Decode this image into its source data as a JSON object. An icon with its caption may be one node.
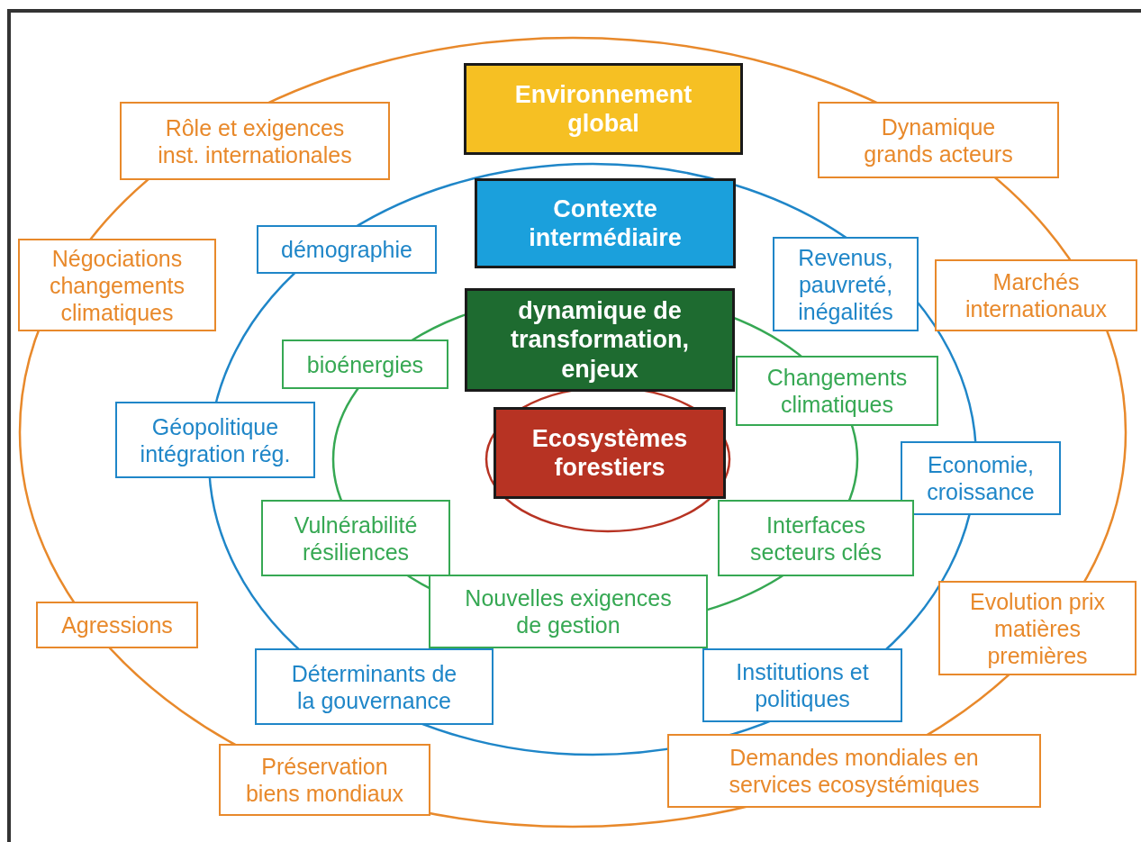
{
  "diagram": {
    "nodes": [
      {
        "text": [
          "Environnement global"
        ]
      },
      {
        "text": [
          "Rôle et exigences inst. internationales"
        ]
      },
      {
        "text": [
          "Dynamique grands acteurs"
        ]
      },
      {
        "text": [
          "Contexte intermédiaire"
        ]
      },
      {
        "text": [
          "démographie"
        ]
      },
      {
        "text": [
          "Négociations changements climatiques"
        ]
      },
      {
        "text": [
          "Revenus, pauvreté, inégalités"
        ]
      },
      {
        "text": [
          "Marchés internationaux"
        ]
      },
      {
        "text": [
          "dynamique de transformation, enjeux"
        ]
      },
      {
        "text": [
          "bioénergies"
        ]
      },
      {
        "text": [
          "Changements climatiques"
        ]
      },
      {
        "text": [
          "Géopolitique intégration rég."
        ]
      },
      {
        "text": [
          "Ecosystèmes forestiers"
        ]
      },
      {
        "text": [
          "Economie, croissance"
        ]
      },
      {
        "text": [
          "Vulnérabilité résiliences"
        ]
      },
      {
        "text": [
          "Interfaces secteurs clés"
        ]
      },
      {
        "text": [
          "Nouvelles exigences de gestion"
        ]
      },
      {
        "text": [
          "Agressions"
        ]
      },
      {
        "text": [
          "Evolution prix matières premières"
        ]
      },
      {
        "text": [
          "Déterminants de la gouvernance"
        ]
      },
      {
        "text": [
          "Institutions et politiques"
        ]
      },
      {
        "text": [
          "Préservation biens mondiaux"
        ]
      },
      {
        "text": [
          "Demandes mondiales en services ecosystémiques"
        ]
      }
    ]
  }
}
